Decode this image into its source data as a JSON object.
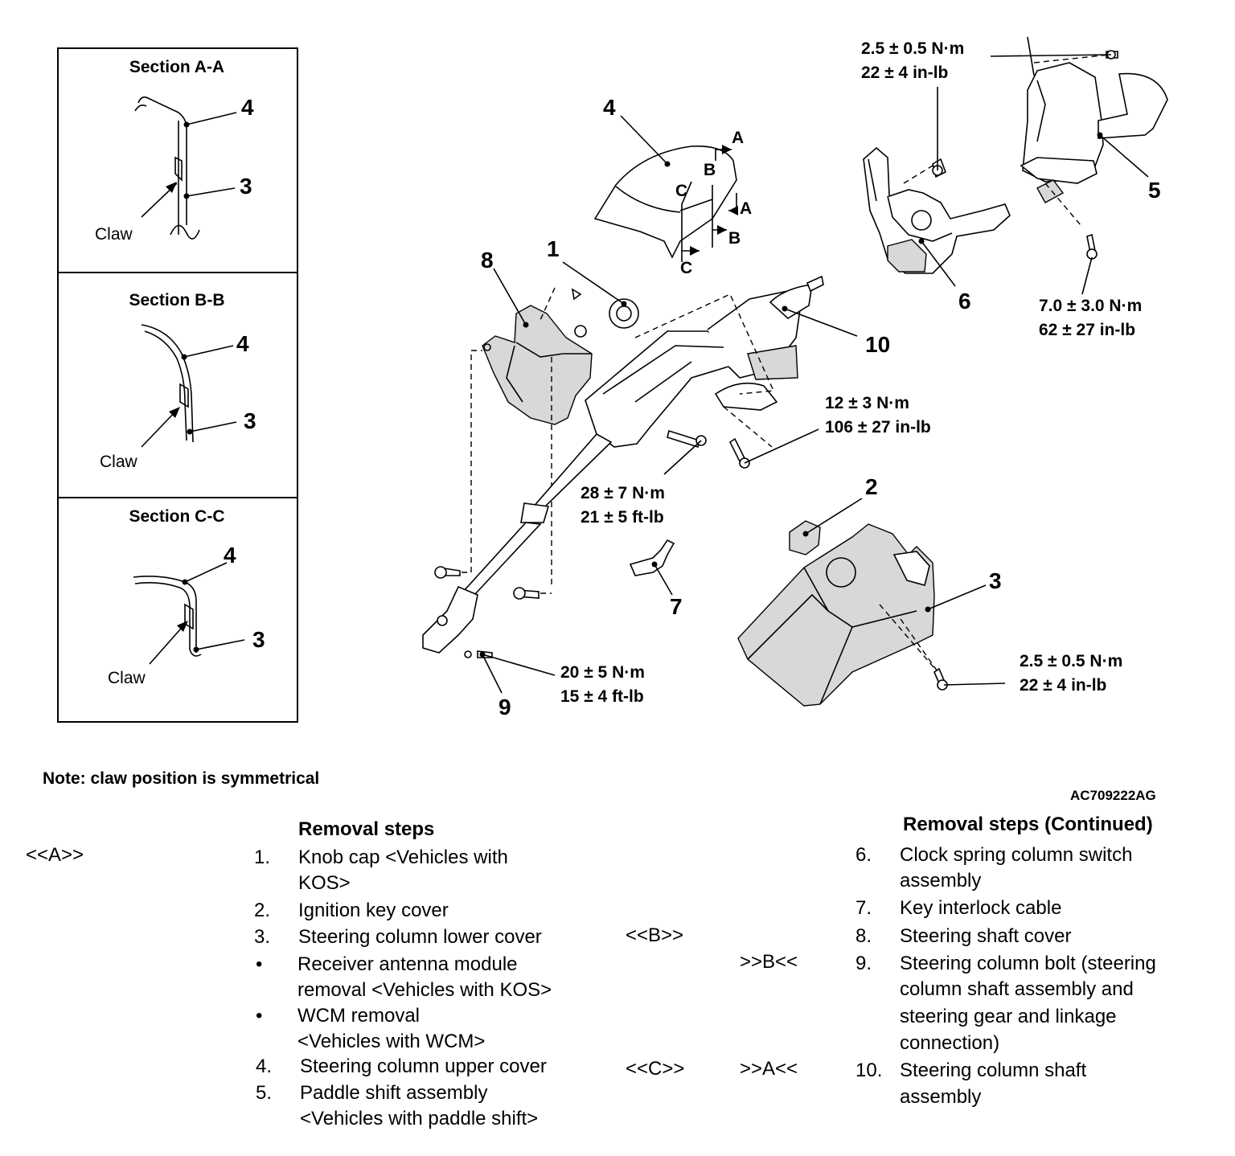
{
  "sections": [
    {
      "title": "Section A-A",
      "upper": "4",
      "lower": "3",
      "claw": "Claw"
    },
    {
      "title": "Section B-B",
      "upper": "4",
      "lower": "3",
      "claw": "Claw"
    },
    {
      "title": "Section C-C",
      "upper": "4",
      "lower": "3",
      "claw": "Claw"
    }
  ],
  "callouts": {
    "c1": "1",
    "c2": "2",
    "c3": "3",
    "c4": "4",
    "c5": "5",
    "c6": "6",
    "c7": "7",
    "c8": "8",
    "c9": "9",
    "c10": "10",
    "view_a": "A",
    "view_b": "B",
    "view_c": "C"
  },
  "torques": [
    {
      "id": "t_clock_top",
      "nm": "2.5 ± 0.5 N·m",
      "imp": "22 ± 4 in-lb"
    },
    {
      "id": "t_paddle",
      "nm": "7.0 ± 3.0 N·m",
      "imp": "62 ± 27 in-lb"
    },
    {
      "id": "t_column",
      "nm": "12 ± 3 N·m",
      "imp": "106 ± 27 in-lb"
    },
    {
      "id": "t_mount",
      "nm": "28 ± 7 N·m",
      "imp": "21 ± 5 ft-lb"
    },
    {
      "id": "t_bolt9",
      "nm": "20 ± 5 N·m",
      "imp": "15 ± 4 ft-lb"
    },
    {
      "id": "t_lower",
      "nm": "2.5 ± 0.5 N·m",
      "imp": "22 ± 4 in-lb"
    }
  ],
  "note": "Note: claw position is symmetrical",
  "figure_code": "AC709222AG",
  "removal": {
    "title_left": "Removal steps",
    "title_right": "Removal steps (Continued)",
    "marks": {
      "m_a_left": "<<A>>",
      "m_b_left": "<<B>>",
      "m_c_left": "<<C>>",
      "m_b_right": ">>B<<",
      "m_a_right": ">>A<<"
    },
    "left": [
      {
        "num": "1.",
        "lines": [
          "Knob cap <Vehicles with",
          "KOS>"
        ]
      },
      {
        "num": "2.",
        "lines": [
          "Ignition key cover"
        ]
      },
      {
        "num": "3.",
        "lines": [
          "Steering column lower cover"
        ]
      },
      {
        "num": "•",
        "lines": [
          "Receiver antenna module",
          "removal <Vehicles with KOS>"
        ]
      },
      {
        "num": "•",
        "lines": [
          "WCM removal",
          " <Vehicles with WCM>"
        ]
      },
      {
        "num": "4.",
        "lines": [
          "Steering column upper cover"
        ]
      },
      {
        "num": "5.",
        "lines": [
          "Paddle shift assembly",
          "<Vehicles with paddle shift>"
        ]
      }
    ],
    "right": [
      {
        "num": "6.",
        "lines": [
          "Clock spring column switch",
          "assembly"
        ]
      },
      {
        "num": "7.",
        "lines": [
          "Key interlock cable"
        ]
      },
      {
        "num": "8.",
        "lines": [
          "Steering shaft cover"
        ]
      },
      {
        "num": "9.",
        "lines": [
          "Steering column bolt (steering",
          "column shaft assembly and",
          "steering gear and linkage",
          "connection)"
        ]
      },
      {
        "num": "10.",
        "lines": [
          "Steering column shaft",
          "assembly"
        ]
      }
    ]
  }
}
